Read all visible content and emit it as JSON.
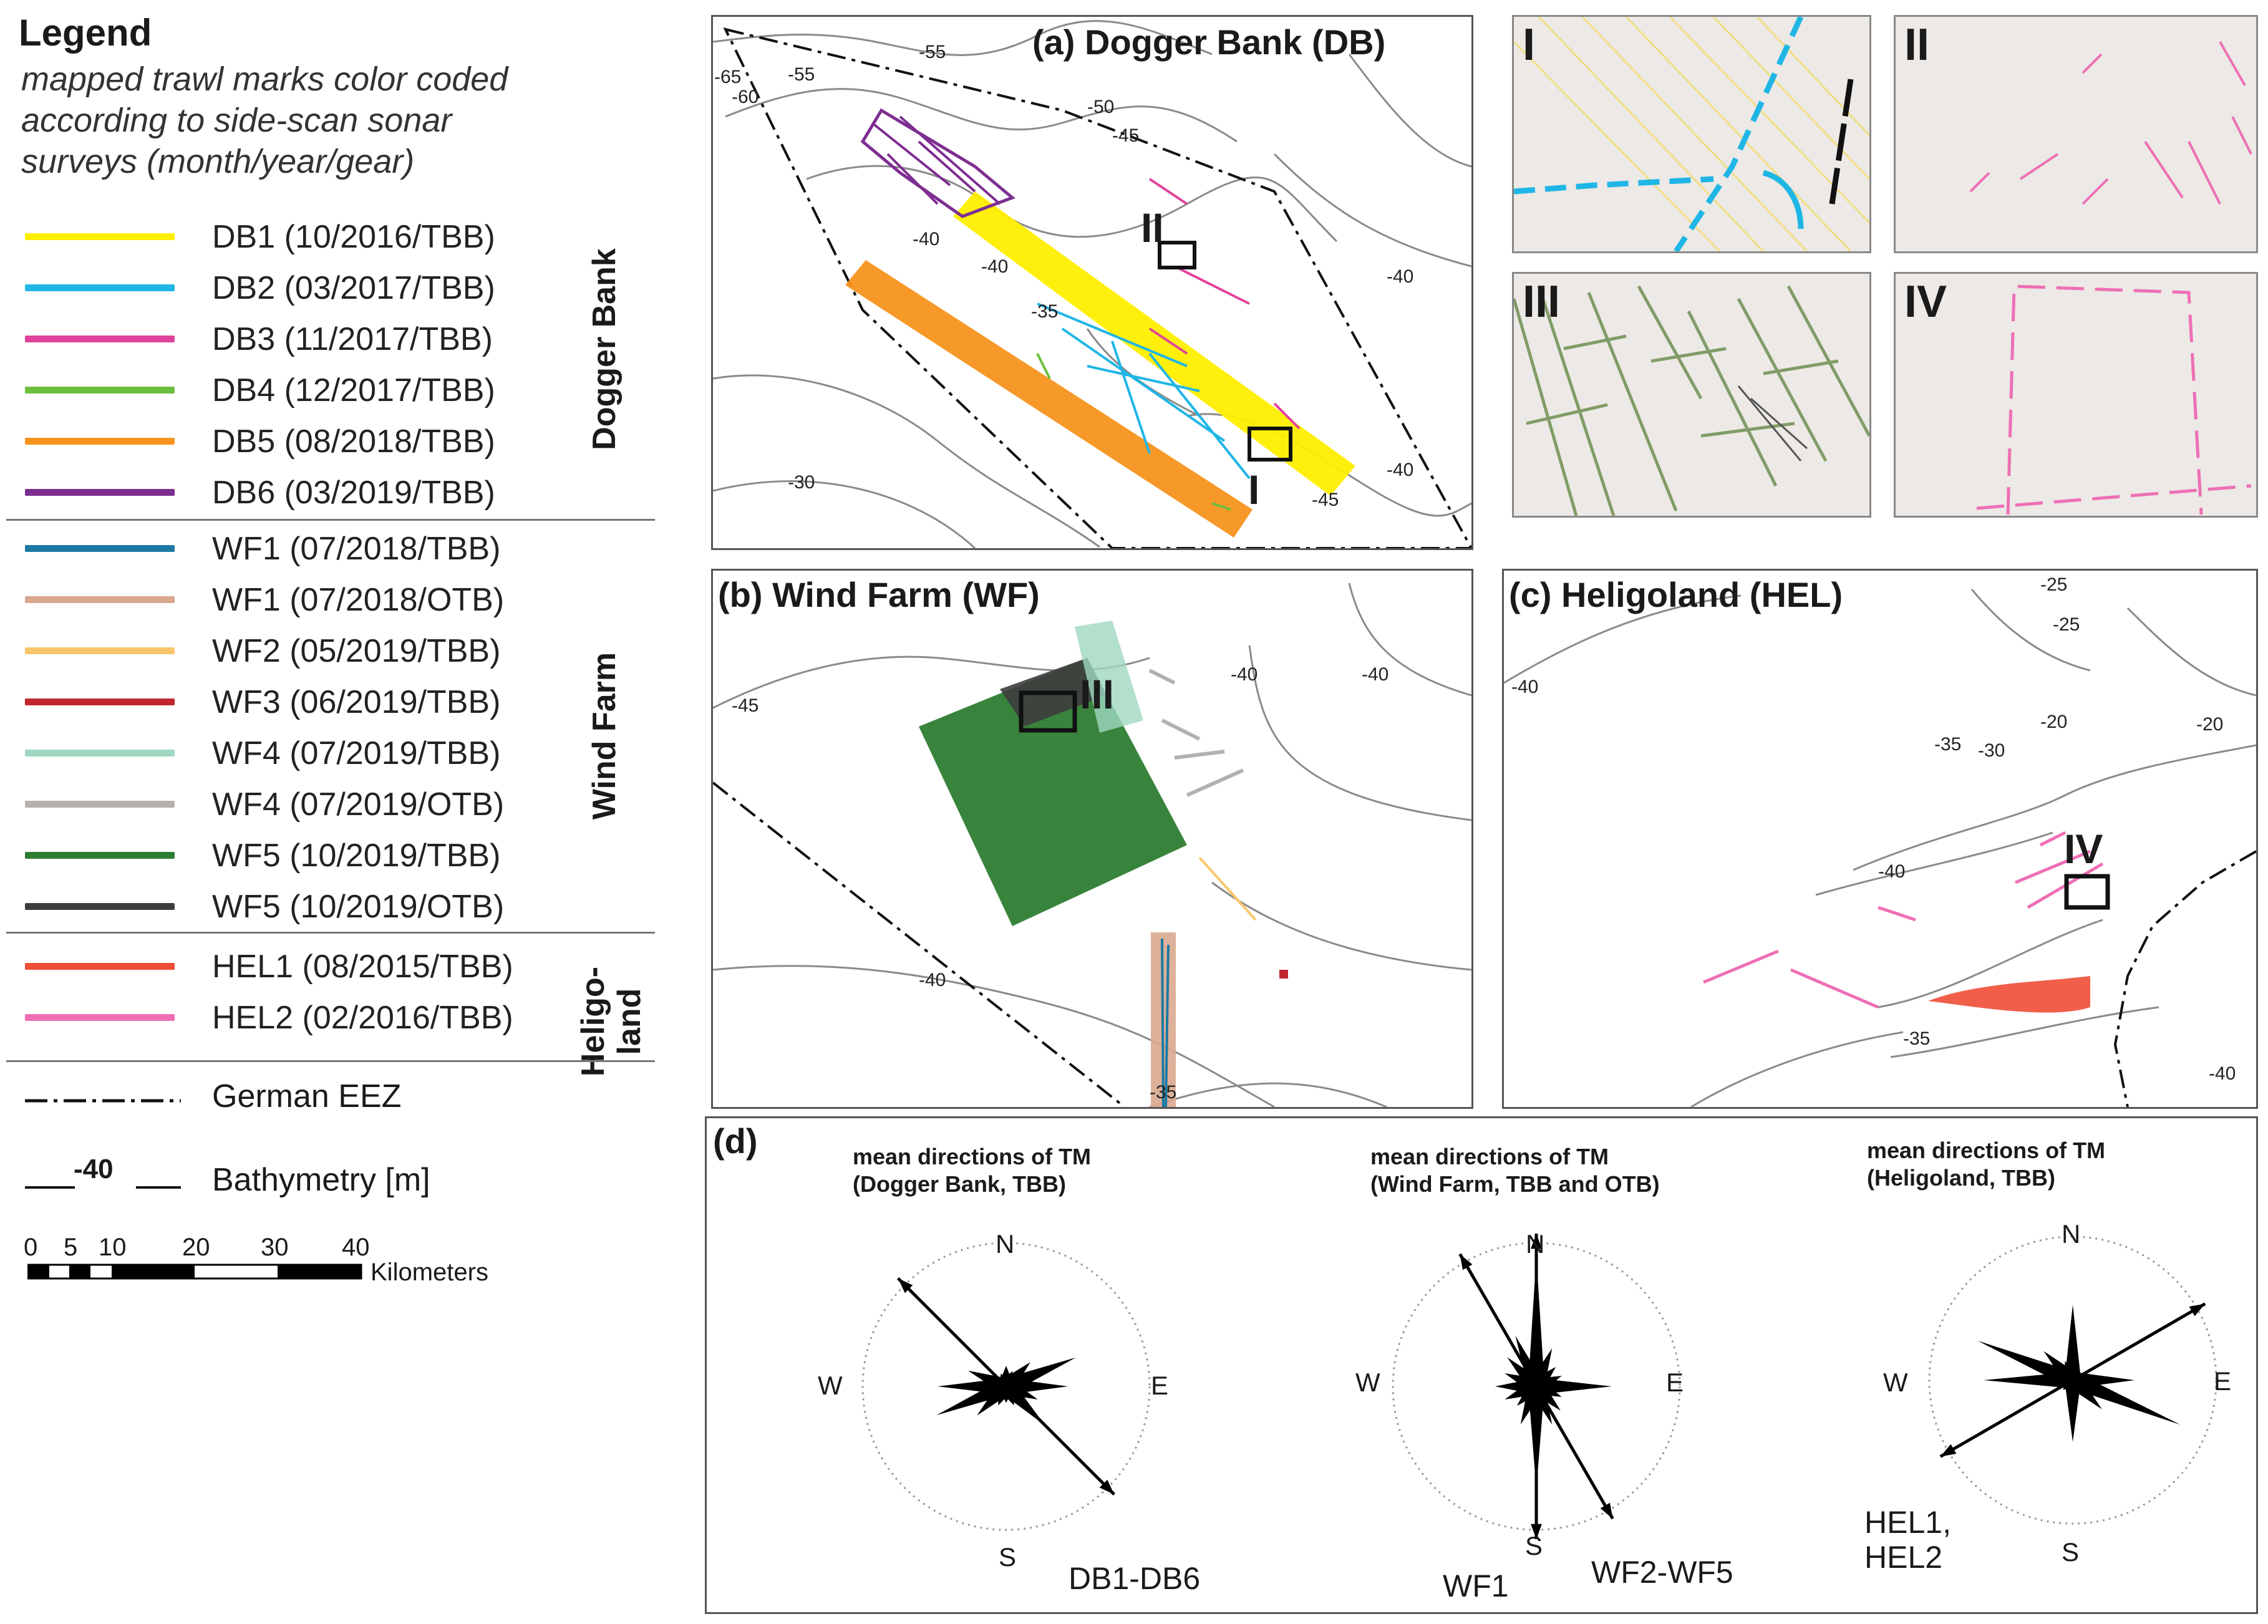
{
  "legend": {
    "title": "Legend",
    "subtitle_lines": [
      "mapped trawl marks color coded",
      "according to side-scan sonar",
      "surveys (month/year/gear)"
    ],
    "groups": [
      {
        "name": "Dogger Bank",
        "items": [
          {
            "label": "DB1 (10/2016/TBB)",
            "color": "#ffee00"
          },
          {
            "label": "DB2 (03/2017/TBB)",
            "color": "#1fb6e6"
          },
          {
            "label": "DB3 (11/2017/TBB)",
            "color": "#e0429a"
          },
          {
            "label": "DB4 (12/2017/TBB)",
            "color": "#6cbf3c"
          },
          {
            "label": "DB5 (08/2018/TBB)",
            "color": "#f7941d"
          },
          {
            "label": "DB6 (03/2019/TBB)",
            "color": "#7d2e91"
          }
        ]
      },
      {
        "name": "Wind Farm",
        "items": [
          {
            "label": "WF1 (07/2018/TBB)",
            "color": "#1b7aa3"
          },
          {
            "label": "WF1 (07/2018/OTB)",
            "color": "#d9a88f"
          },
          {
            "label": "WF2 (05/2019/TBB)",
            "color": "#f9c66b"
          },
          {
            "label": "WF3 (06/2019/TBB)",
            "color": "#c1272d"
          },
          {
            "label": "WF4 (07/2019/TBB)",
            "color": "#9fd8c0"
          },
          {
            "label": "WF4 (07/2019/OTB)",
            "color": "#b3b0ad"
          },
          {
            "label": "WF5 (10/2019/TBB)",
            "color": "#2e7d32"
          },
          {
            "label": "WF5 (10/2019/OTB)",
            "color": "#3d3d3d"
          }
        ]
      },
      {
        "name": "Heligo-land",
        "name_line1": "Heligo-",
        "name_line2": "land",
        "items": [
          {
            "label": "HEL1 (08/2015/TBB)",
            "color": "#f04e37"
          },
          {
            "label": "HEL2 (02/2016/TBB)",
            "color": "#ee6fb5"
          }
        ]
      }
    ],
    "eez_label": "German EEZ",
    "bathy_sample": "-40",
    "bathy_label": "Bathymetry [m]",
    "scale_ticks": [
      "0",
      "5",
      "10",
      "20",
      "30",
      "40"
    ],
    "scale_unit": "Kilometers"
  },
  "panel_a": {
    "title": "(a) Dogger Bank (DB)",
    "depths": [
      "-65",
      "-60",
      "-55",
      "-55",
      "-50",
      "-45",
      "-40",
      "-40",
      "-40",
      "-35",
      "-40",
      "-30",
      "-45"
    ],
    "boxes": [
      "II",
      "I"
    ]
  },
  "insets": [
    "I",
    "II",
    "III",
    "IV"
  ],
  "panel_b": {
    "title": "(b) Wind Farm (WF)",
    "depths": [
      "-45",
      "-40",
      "-40",
      "-40",
      "-35"
    ],
    "box": "III"
  },
  "panel_c": {
    "title": "(c) Heligoland (HEL)",
    "depths": [
      "-40",
      "-25",
      "-25",
      "-20",
      "-20",
      "-35",
      "-30",
      "-40",
      "-35",
      "-40"
    ],
    "box": "IV"
  },
  "panel_d": {
    "label": "(d)",
    "roses": [
      {
        "title_line1": "mean directions of TM",
        "title_line2": "(Dogger Bank, TBB)",
        "compass": {
          "N": "N",
          "E": "E",
          "S": "S",
          "W": "W"
        },
        "arrows": [
          {
            "label": "DB1-DB6",
            "bearing_deg": 135
          }
        ],
        "petal_lengths": [
          0.15,
          0.12,
          0.25,
          0.55,
          0.45,
          0.25,
          0.4,
          0.15,
          0.12,
          0.15,
          0.3,
          0.55,
          0.5,
          0.3,
          0.1,
          0.1
        ]
      },
      {
        "title_line1": "mean directions of TM",
        "title_line2": "(Wind Farm, TBB and OTB)",
        "compass": {
          "N": "N",
          "E": "E",
          "S": "S",
          "W": "W"
        },
        "arrows": [
          {
            "label": "WF1",
            "bearing_deg": 180
          },
          {
            "label": "WF2-WF5",
            "bearing_deg": 150
          }
        ],
        "petal_lengths": [
          0.95,
          0.3,
          0.2,
          0.2,
          0.55,
          0.2,
          0.25,
          0.3,
          0.75,
          0.3,
          0.2,
          0.25,
          0.3,
          0.25,
          0.3,
          0.4
        ]
      },
      {
        "title_line1": "mean directions of TM",
        "title_line2": "(Heligoland, TBB)",
        "compass": {
          "N": "N",
          "E": "E",
          "S": "S",
          "W": "W"
        },
        "arrows": [
          {
            "label_line1": "HEL1,",
            "label_line2": "HEL2",
            "bearing_deg": 240
          }
        ],
        "petal_lengths": [
          0.55,
          0.1,
          0.08,
          0.1,
          0.45,
          0.85,
          0.3,
          0.1,
          0.45,
          0.1,
          0.1,
          0.1,
          0.65,
          0.75,
          0.3,
          0.15
        ]
      }
    ]
  }
}
